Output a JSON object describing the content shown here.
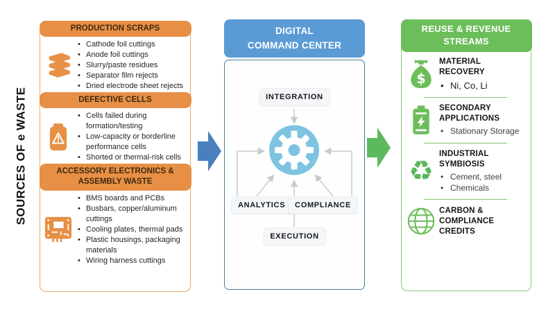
{
  "colors": {
    "orange": "#E78F44",
    "orange_border": "#E5A867",
    "blue_header": "#5B9BD5",
    "blue_arrow": "#4A7FBE",
    "green_header": "#6CBE5B",
    "green_arrow": "#5CBA5C",
    "hub_blue": "#7EC3E1",
    "connector_gray": "#C6CBD1"
  },
  "left_panel": {
    "vertical_title": "SOURCES OF e WASTE",
    "sections": [
      {
        "title": "PRODUCTION SCRAPS",
        "icon": "stacked-sheets-icon",
        "items": [
          "Cathode foil cuttings",
          "Anode foil cuttings",
          "Slurry/paste residues",
          "Separator film rejects",
          "Dried electrode sheet rejects"
        ]
      },
      {
        "title": "DEFECTIVE CELLS",
        "icon": "battery-warning-icon",
        "items": [
          "Cells failed during formation/testing",
          "Low-capacity or borderline performance cells",
          "Shorted or thermal-risk cells"
        ]
      },
      {
        "title": "ACCESSORY ELECTRONICS & ASSEMBLY WASTE",
        "icon": "circuit-board-icon",
        "items": [
          "BMS boards and PCBs",
          "Busbars, copper/aluminum cuttings",
          "Cooling plates, thermal pads",
          "Plastic housings, packaging materials",
          "Wiring harness cuttings"
        ]
      }
    ]
  },
  "center_panel": {
    "title_line1": "DIGITAL",
    "title_line2": "COMMAND CENTER",
    "nodes": {
      "top": "INTEGRATION",
      "left": "ANALYTICS",
      "right": "COMPLIANCE",
      "bottom": "EXECUTION"
    },
    "hub_icon": "gear-icon"
  },
  "right_panel": {
    "title_line1": "REUSE & REVENUE",
    "title_line2": "STREAMS",
    "streams": [
      {
        "title": "MATERIAL RECOVERY",
        "icon": "money-bag-icon",
        "items": [
          "Ni, Co, Li"
        ]
      },
      {
        "title": "SECONDARY APPLICATIONS",
        "icon": "battery-charge-icon",
        "items": [
          "Stationary Storage"
        ]
      },
      {
        "title": "INDUSTRIAL SYMBIOSIS",
        "icon": "recycle-icon",
        "items": [
          "Cement, steel",
          "Chemicals"
        ]
      },
      {
        "title": "CARBON & COMPLIANCE CREDITS",
        "icon": "globe-icon",
        "items": []
      }
    ],
    "recycle_glyph": "♻"
  }
}
